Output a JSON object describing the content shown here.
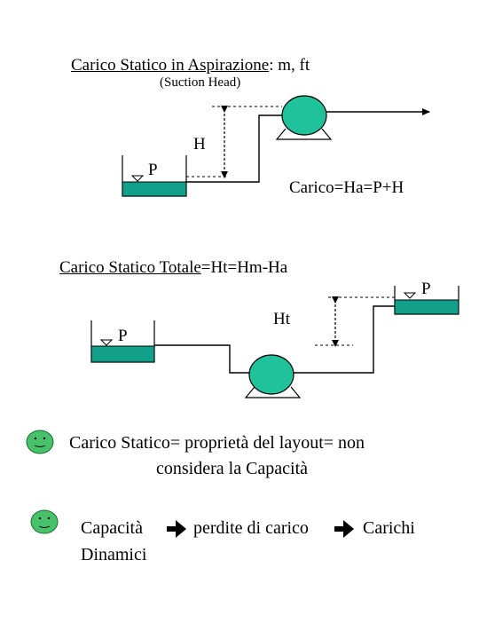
{
  "colors": {
    "liquid": "#13a08a",
    "pump": "#1fc29a",
    "smiley": "#47c26b",
    "line": "#000000"
  },
  "section1": {
    "title_underlined": "Carico Statico in Aspirazione",
    "title_rest": ": m, ft",
    "subtitle": "(Suction Head)",
    "label_h": "H",
    "label_p": "P",
    "equation": "Carico=Ha=P+H"
  },
  "section2": {
    "title_underlined": "Carico Statico Totale",
    "title_rest": "=Ht=Hm-Ha",
    "label_p_right": "P",
    "label_ht": "Ht",
    "label_p_left": "P"
  },
  "notes": {
    "note1_line1": "Carico Statico= proprietà del layout= non",
    "note1_line2": "considera la Capacità",
    "note2_part1": "Capacità",
    "note2_part2": "perdite di carico",
    "note2_part3": "Carichi",
    "note2_line2": "Dinamici",
    "icons": [
      "smiley-icon",
      "arrow-right-icon"
    ]
  }
}
